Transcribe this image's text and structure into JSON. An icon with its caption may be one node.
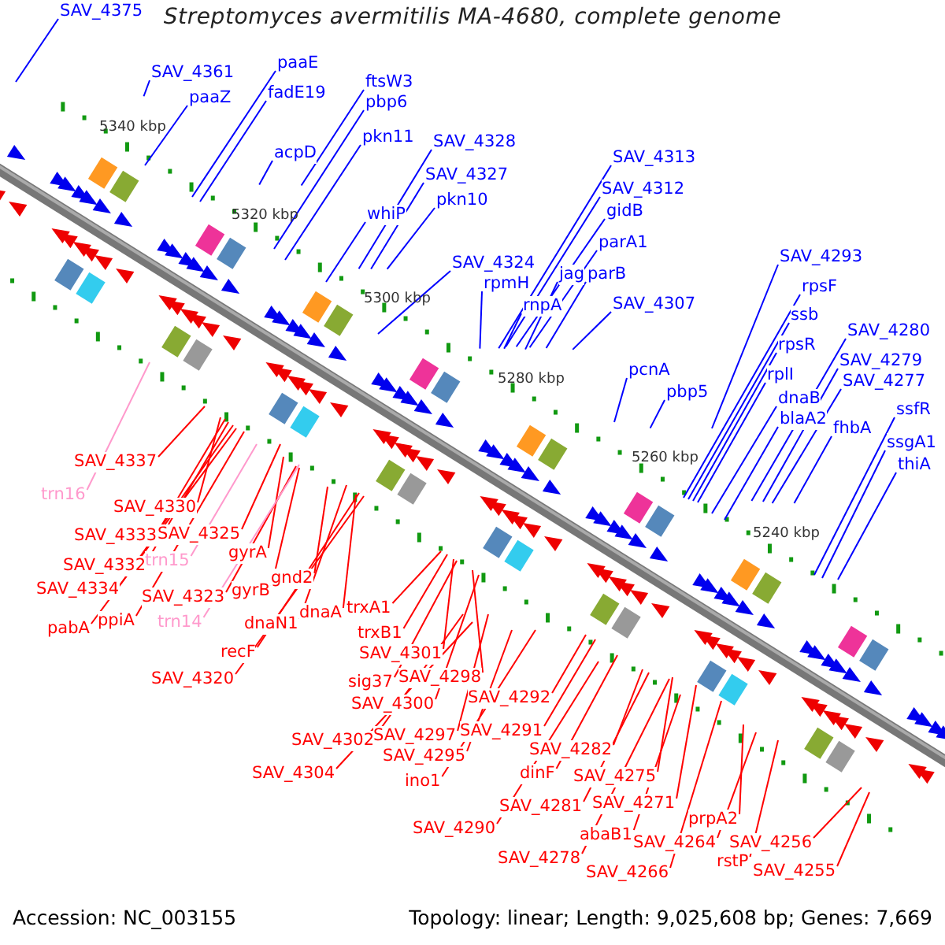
{
  "diagram": {
    "title": "Streptomyces avermitilis MA-4680, complete genome",
    "nodes": [
      {
        "text": [
          "SAV_4375"
        ]
      },
      {
        "text": [
          "SAV_4361"
        ]
      },
      {
        "text": [
          "paaZ"
        ]
      },
      {
        "text": [
          "paaE"
        ]
      },
      {
        "text": [
          "fadE19"
        ]
      },
      {
        "text": [
          "acpD"
        ]
      },
      {
        "text": [
          "ftsW3"
        ]
      },
      {
        "text": [
          "pbp6"
        ]
      },
      {
        "text": [
          "pkn11"
        ]
      },
      {
        "text": [
          "SAV_4328"
        ]
      },
      {
        "text": [
          "SAV_4327"
        ]
      },
      {
        "text": [
          "pkn10"
        ]
      },
      {
        "text": [
          "whiP"
        ]
      },
      {
        "text": [
          "SAV_4324"
        ]
      },
      {
        "text": [
          "rpmH"
        ]
      },
      {
        "text": [
          "SAV_4313"
        ]
      },
      {
        "text": [
          "SAV_4312"
        ]
      },
      {
        "text": [
          "gidB"
        ]
      },
      {
        "text": [
          "parA1"
        ]
      },
      {
        "text": [
          "jag"
        ]
      },
      {
        "text": [
          "parB"
        ]
      },
      {
        "text": [
          "rnpA"
        ]
      },
      {
        "text": [
          "SAV_4307"
        ]
      },
      {
        "text": [
          "pcnA"
        ]
      },
      {
        "text": [
          "pbp5"
        ]
      },
      {
        "text": [
          "SAV_4293"
        ]
      },
      {
        "text": [
          "rpsF"
        ]
      },
      {
        "text": [
          "ssb"
        ]
      },
      {
        "text": [
          "rpsR"
        ]
      },
      {
        "text": [
          "rplI"
        ]
      },
      {
        "text": [
          "dnaB"
        ]
      },
      {
        "text": [
          "blaA2"
        ]
      },
      {
        "text": [
          "SAV_4280"
        ]
      },
      {
        "text": [
          "SAV_4279"
        ]
      },
      {
        "text": [
          "SAV_4277"
        ]
      },
      {
        "text": [
          "fhbA"
        ]
      },
      {
        "text": [
          "ssfR"
        ]
      },
      {
        "text": [
          "ssgA1"
        ]
      },
      {
        "text": [
          "thiA"
        ]
      },
      {
        "text": [
          "SAV_4337"
        ]
      },
      {
        "text": [
          "trn16"
        ]
      },
      {
        "text": [
          "SAV_4330"
        ]
      },
      {
        "text": [
          "SAV_4333"
        ]
      },
      {
        "text": [
          "SAV_4325"
        ]
      },
      {
        "text": [
          "SAV_4332"
        ]
      },
      {
        "text": [
          "trn15"
        ]
      },
      {
        "text": [
          "SAV_4334"
        ]
      },
      {
        "text": [
          "gyrA"
        ]
      },
      {
        "text": [
          "pabA"
        ]
      },
      {
        "text": [
          "ppiA"
        ]
      },
      {
        "text": [
          "SAV_4323"
        ]
      },
      {
        "text": [
          "gyrB"
        ]
      },
      {
        "text": [
          "gnd2"
        ]
      },
      {
        "text": [
          "trn14"
        ]
      },
      {
        "text": [
          "dnaN1"
        ]
      },
      {
        "text": [
          "dnaA"
        ]
      },
      {
        "text": [
          "trxA1"
        ]
      },
      {
        "text": [
          "recF"
        ]
      },
      {
        "text": [
          "trxB1"
        ]
      },
      {
        "text": [
          "SAV_4320"
        ]
      },
      {
        "text": [
          "SAV_4301"
        ]
      },
      {
        "text": [
          "sig37"
        ]
      },
      {
        "text": [
          "SAV_4298"
        ]
      },
      {
        "text": [
          "SAV_4300"
        ]
      },
      {
        "text": [
          "SAV_4292"
        ]
      },
      {
        "text": [
          "SAV_4302"
        ]
      },
      {
        "text": [
          "SAV_4297"
        ]
      },
      {
        "text": [
          "SAV_4291"
        ]
      },
      {
        "text": [
          "SAV_4295"
        ]
      },
      {
        "text": [
          "SAV_4304"
        ]
      },
      {
        "text": [
          "ino1"
        ]
      },
      {
        "text": [
          "SAV_4282"
        ]
      },
      {
        "text": [
          "dinF"
        ]
      },
      {
        "text": [
          "SAV_4275"
        ]
      },
      {
        "text": [
          "SAV_4281"
        ]
      },
      {
        "text": [
          "SAV_4290"
        ]
      },
      {
        "text": [
          "SAV_4271"
        ]
      },
      {
        "text": [
          "abaB1"
        ]
      },
      {
        "text": [
          "prpA2"
        ]
      },
      {
        "text": [
          "SAV_4264"
        ]
      },
      {
        "text": [
          "SAV_4256"
        ]
      },
      {
        "text": [
          "SAV_4278"
        ]
      },
      {
        "text": [
          "rstP"
        ]
      },
      {
        "text": [
          "SAV_4266"
        ]
      },
      {
        "text": [
          "SAV_4255"
        ]
      }
    ],
    "edges": [
      {
        "from": 0,
        "to": null,
        "arrow": "none",
        "color": "#0000ff"
      },
      {
        "from": 1,
        "to": null,
        "arrow": "none",
        "color": "#0000ff"
      },
      {
        "from": 2,
        "to": null,
        "arrow": "none",
        "color": "#0000ff"
      },
      {
        "from": 3,
        "to": null,
        "arrow": "none",
        "color": "#0000ff"
      },
      {
        "from": 4,
        "to": null,
        "arrow": "none",
        "color": "#0000ff"
      },
      {
        "from": 5,
        "to": null,
        "arrow": "none",
        "color": "#0000ff"
      },
      {
        "from": 6,
        "to": null,
        "arrow": "none",
        "color": "#0000ff"
      },
      {
        "from": 7,
        "to": null,
        "arrow": "none",
        "color": "#0000ff"
      },
      {
        "from": 8,
        "to": null,
        "arrow": "none",
        "color": "#0000ff"
      },
      {
        "from": 9,
        "to": null,
        "arrow": "none",
        "color": "#0000ff"
      },
      {
        "from": 10,
        "to": null,
        "arrow": "none",
        "color": "#0000ff"
      },
      {
        "from": 11,
        "to": null,
        "arrow": "none",
        "color": "#0000ff"
      },
      {
        "from": 12,
        "to": null,
        "arrow": "none",
        "color": "#0000ff"
      },
      {
        "from": 13,
        "to": null,
        "arrow": "none",
        "color": "#0000ff"
      },
      {
        "from": 14,
        "to": null,
        "arrow": "none",
        "color": "#0000ff"
      },
      {
        "from": 15,
        "to": null,
        "arrow": "none",
        "color": "#0000ff"
      },
      {
        "from": 16,
        "to": null,
        "arrow": "none",
        "color": "#0000ff"
      },
      {
        "from": 17,
        "to": null,
        "arrow": "none",
        "color": "#0000ff"
      },
      {
        "from": 18,
        "to": null,
        "arrow": "none",
        "color": "#0000ff"
      },
      {
        "from": 19,
        "to": null,
        "arrow": "none",
        "color": "#0000ff"
      },
      {
        "from": 20,
        "to": null,
        "arrow": "none",
        "color": "#0000ff"
      },
      {
        "from": 21,
        "to": null,
        "arrow": "none",
        "color": "#0000ff"
      },
      {
        "from": 22,
        "to": null,
        "arrow": "none",
        "color": "#0000ff"
      },
      {
        "from": 23,
        "to": null,
        "arrow": "none",
        "color": "#0000ff"
      },
      {
        "from": 24,
        "to": null,
        "arrow": "none",
        "color": "#0000ff"
      },
      {
        "from": 25,
        "to": null,
        "arrow": "none",
        "color": "#0000ff"
      },
      {
        "from": 26,
        "to": null,
        "arrow": "none",
        "color": "#0000ff"
      },
      {
        "from": 27,
        "to": null,
        "arrow": "none",
        "color": "#0000ff"
      },
      {
        "from": 28,
        "to": null,
        "arrow": "none",
        "color": "#0000ff"
      },
      {
        "from": 29,
        "to": null,
        "arrow": "none",
        "color": "#0000ff"
      },
      {
        "from": 30,
        "to": null,
        "arrow": "none",
        "color": "#0000ff"
      },
      {
        "from": 31,
        "to": null,
        "arrow": "none",
        "color": "#0000ff"
      },
      {
        "from": 32,
        "to": null,
        "arrow": "none",
        "color": "#0000ff"
      },
      {
        "from": 33,
        "to": null,
        "arrow": "none",
        "color": "#0000ff"
      },
      {
        "from": 34,
        "to": null,
        "arrow": "none",
        "color": "#0000ff"
      },
      {
        "from": 35,
        "to": null,
        "arrow": "none",
        "color": "#0000ff"
      },
      {
        "from": 36,
        "to": null,
        "arrow": "none",
        "color": "#0000ff"
      },
      {
        "from": 37,
        "to": null,
        "arrow": "none",
        "color": "#0000ff"
      },
      {
        "from": 38,
        "to": null,
        "arrow": "none",
        "color": "#0000ff"
      },
      {
        "from": 39,
        "to": null,
        "arrow": "none"
      },
      {
        "from": 40,
        "to": null,
        "arrow": "none",
        "color": "#ff99cc"
      },
      {
        "from": 41,
        "to": null,
        "arrow": "none"
      },
      {
        "from": 42,
        "to": null,
        "arrow": "none"
      },
      {
        "from": 43,
        "to": null,
        "arrow": "none"
      },
      {
        "from": 44,
        "to": null,
        "arrow": "none"
      },
      {
        "from": 45,
        "to": null,
        "arrow": "none",
        "color": "#ff99cc"
      },
      {
        "from": 46,
        "to": null,
        "arrow": "none"
      },
      {
        "from": 47,
        "to": null,
        "arrow": "none"
      },
      {
        "from": 48,
        "to": null,
        "arrow": "none"
      },
      {
        "from": 49,
        "to": null,
        "arrow": "none"
      },
      {
        "from": 50,
        "to": null,
        "arrow": "none"
      },
      {
        "from": 51,
        "to": null,
        "arrow": "none"
      },
      {
        "from": 52,
        "to": null,
        "arrow": "none"
      },
      {
        "from": 53,
        "to": null,
        "arrow": "none",
        "color": "#ff99cc"
      },
      {
        "from": 54,
        "to": null,
        "arrow": "none"
      },
      {
        "from": 55,
        "to": null,
        "arrow": "none"
      },
      {
        "from": 56,
        "to": null,
        "arrow": "none"
      },
      {
        "from": 57,
        "to": null,
        "arrow": "none"
      },
      {
        "from": 58,
        "to": null,
        "arrow": "none"
      },
      {
        "from": 59,
        "to": null,
        "arrow": "none"
      },
      {
        "from": 60,
        "to": null,
        "arrow": "none"
      },
      {
        "from": 61,
        "to": null,
        "arrow": "none"
      },
      {
        "from": 62,
        "to": null,
        "arrow": "none"
      },
      {
        "from": 63,
        "to": null,
        "arrow": "none"
      },
      {
        "from": 64,
        "to": null,
        "arrow": "none"
      },
      {
        "from": 65,
        "to": null,
        "arrow": "none"
      },
      {
        "from": 66,
        "to": null,
        "arrow": "none"
      },
      {
        "from": 67,
        "to": null,
        "arrow": "none"
      },
      {
        "from": 68,
        "to": null,
        "arrow": "none"
      },
      {
        "from": 69,
        "to": null,
        "arrow": "none"
      },
      {
        "from": 70,
        "to": null,
        "arrow": "none"
      },
      {
        "from": 71,
        "to": null,
        "arrow": "none"
      },
      {
        "from": 72,
        "to": null,
        "arrow": "none"
      },
      {
        "from": 73,
        "to": null,
        "arrow": "none"
      },
      {
        "from": 74,
        "to": null,
        "arrow": "none"
      },
      {
        "from": 75,
        "to": null,
        "arrow": "none"
      },
      {
        "from": 76,
        "to": null,
        "arrow": "none"
      },
      {
        "from": 77,
        "to": null,
        "arrow": "none"
      },
      {
        "from": 78,
        "to": null,
        "arrow": "none"
      },
      {
        "from": 79,
        "to": null,
        "arrow": "none"
      },
      {
        "from": 80,
        "to": null,
        "arrow": "none"
      },
      {
        "from": 81,
        "to": null,
        "arrow": "none"
      },
      {
        "from": 82,
        "to": null,
        "arrow": "none"
      },
      {
        "from": 83,
        "to": null,
        "arrow": "none"
      },
      {
        "from": 84,
        "to": null,
        "arrow": "none"
      }
    ],
    "labels": [
      "5340 kbp",
      "5320 kbp",
      "5300 kbp",
      "5280 kbp",
      "5260 kbp",
      "5240 kbp",
      "Accession: NC_003155",
      "Topology: linear; Length: 9,025,608 bp; Genes: 7,669"
    ]
  }
}
